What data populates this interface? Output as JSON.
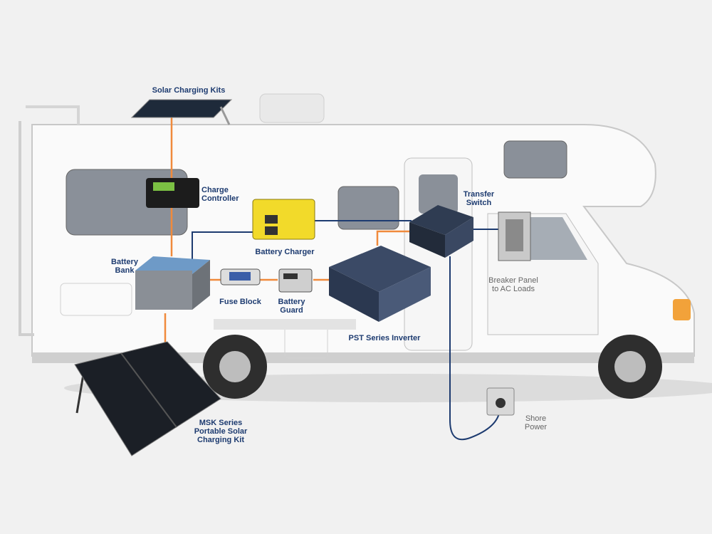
{
  "labels": {
    "solar_charging_kits": "Solar Charging Kits",
    "charge_controller": "Charge\nController",
    "battery_charger": "Battery Charger",
    "battery_bank": "Battery\nBank",
    "fuse_block": "Fuse Block",
    "battery_guard": "Battery\nGuard",
    "inverter": "PST Series Inverter",
    "transfer_switch": "Transfer\nSwitch",
    "breaker_panel": "Breaker Panel\nto AC Loads",
    "shore_power": "Shore\nPower",
    "portable_kit": "MSK Series\nPortable Solar\nCharging Kit"
  },
  "colors": {
    "dc_line": "#f08a3c",
    "ac_line": "#1d3b70",
    "label": "#1d3b70",
    "background": "#f1f1f1"
  }
}
